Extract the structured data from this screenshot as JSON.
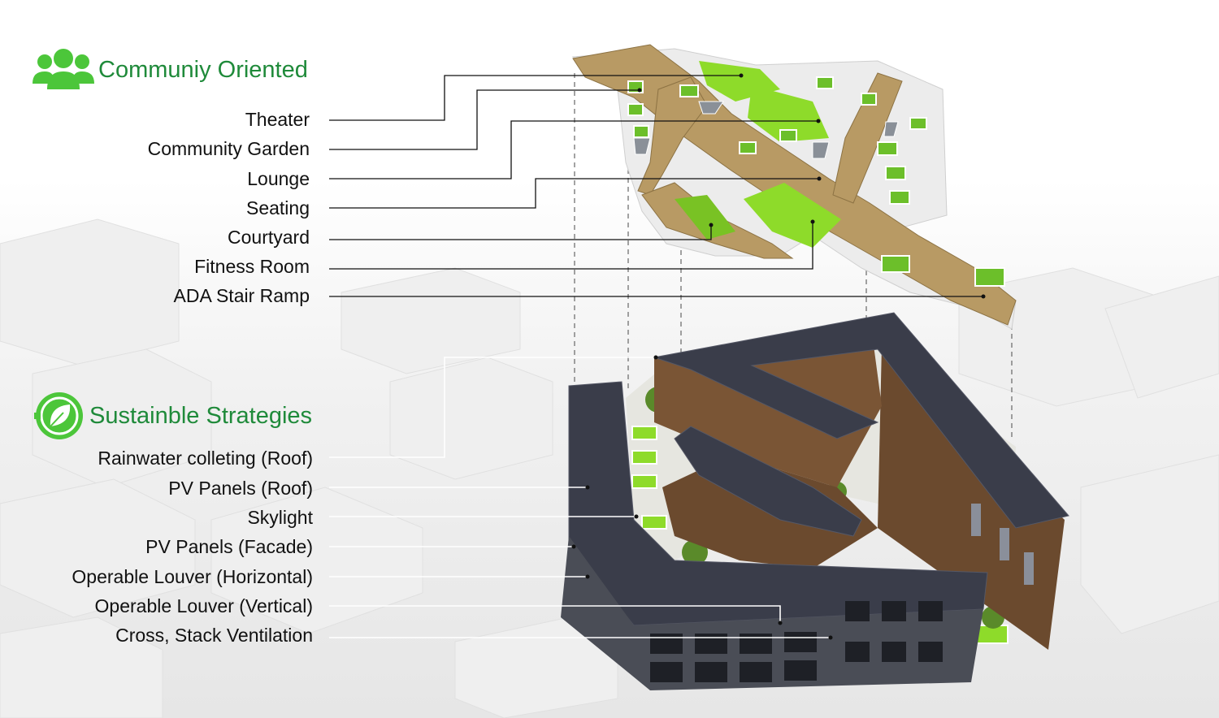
{
  "community": {
    "title": "Communiy Oriented",
    "icon": "people-group-icon",
    "items": [
      "Theater",
      "Community Garden",
      "Lounge",
      "Seating",
      "Courtyard",
      "Fitness Room",
      "ADA Stair Ramp"
    ]
  },
  "sustainable": {
    "title": "Sustainble Strategies",
    "icon": "leaf-icon",
    "items": [
      "Rainwater colleting (Roof)",
      "PV Panels (Roof)",
      "Skylight",
      "PV Panels (Facade)",
      "Operable Louver (Horizontal)",
      "Operable Louver (Vertical)",
      "Cross, Stack Ventilation"
    ]
  },
  "colors": {
    "accent_green": "#1f8a3a",
    "icon_green": "#4cc63a",
    "lawn_green": "#8edb2a",
    "wood": "#b89a64",
    "solar_panel": "#3a3d4a",
    "facade_wood": "#6b4a2e"
  }
}
